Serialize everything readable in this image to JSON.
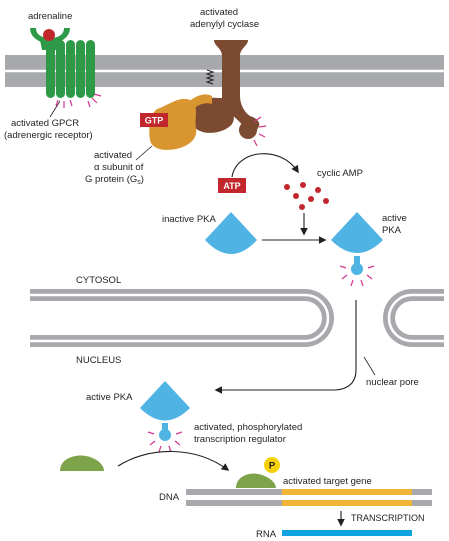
{
  "labels": {
    "adrenaline": "adrenaline",
    "adenylyl_cyclase_1": "activated",
    "adenylyl_cyclase_2": "adenylyl cyclase",
    "gpcr_1": "activated GPCR",
    "gpcr_2": "(adrenergic receptor)",
    "g_alpha_1": "activated",
    "g_alpha_2": "α subunit of",
    "g_alpha_3": "G protein (G",
    "g_alpha_sub": "s",
    "g_alpha_close": ")",
    "gtp": "GTP",
    "atp": "ATP",
    "camp": "cyclic AMP",
    "inactive_pka": "inactive PKA",
    "active_pka_top_1": "active",
    "active_pka_top_2": "PKA",
    "cytosol": "CYTOSOL",
    "nucleus": "NUCLEUS",
    "nuclear_pore": "nuclear pore",
    "active_pka_bottom": "active PKA",
    "regulator_1": "activated, phosphorylated",
    "regulator_2": "transcription regulator",
    "phosphate": "P",
    "target_gene": "activated target gene",
    "dna": "DNA",
    "transcription": "TRANSCRIPTION",
    "rna": "RNA"
  },
  "colors": {
    "membrane": "#a7a9ac",
    "membrane_line": "#ffffff",
    "gpcr": "#2e9a47",
    "cyclase": "#7b4a31",
    "g_alpha": "#d9952f",
    "pka": "#4fb3e4",
    "regulator": "#7ea44b",
    "phosphate": "#f5d10a",
    "gene": "#f0b437",
    "rna": "#0ea2de",
    "tag_red": "#c1272d",
    "camp_red": "#c1272d",
    "glow": "#d4368e"
  }
}
